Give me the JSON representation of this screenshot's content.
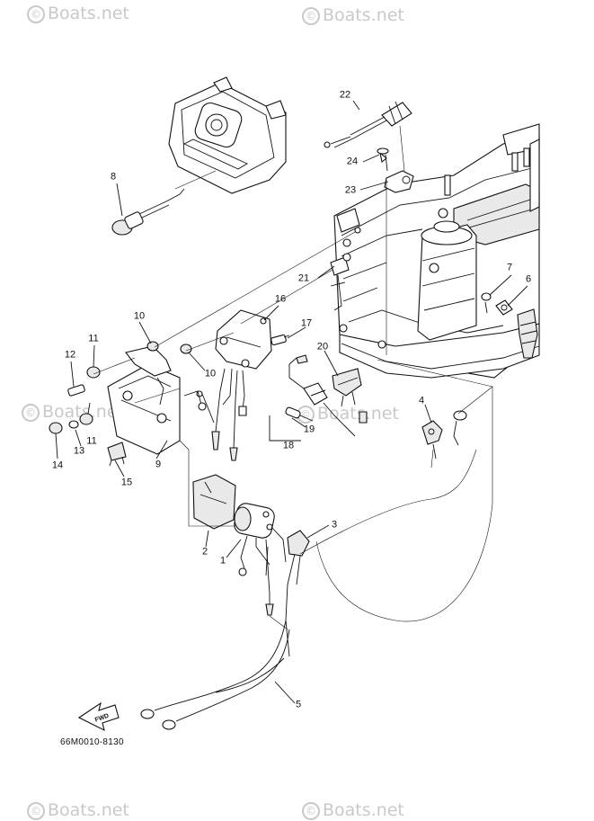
{
  "diagram": {
    "watermark": "Boats.net",
    "code": "66M0010-8130",
    "fwd_label": "FWD",
    "callouts": {
      "c1": "1",
      "c2": "2",
      "c3": "3",
      "c4": "4",
      "c5": "5",
      "c6": "6",
      "c7": "7",
      "c8": "8",
      "c9": "9",
      "c10a": "10",
      "c10b": "10",
      "c11a": "11",
      "c11b": "11",
      "c12": "12",
      "c13": "13",
      "c14": "14",
      "c15": "15",
      "c16": "16",
      "c17": "17",
      "c18": "18",
      "c19": "19",
      "c20": "20",
      "c21": "21",
      "c22": "22",
      "c23": "23",
      "c24": "24"
    }
  }
}
